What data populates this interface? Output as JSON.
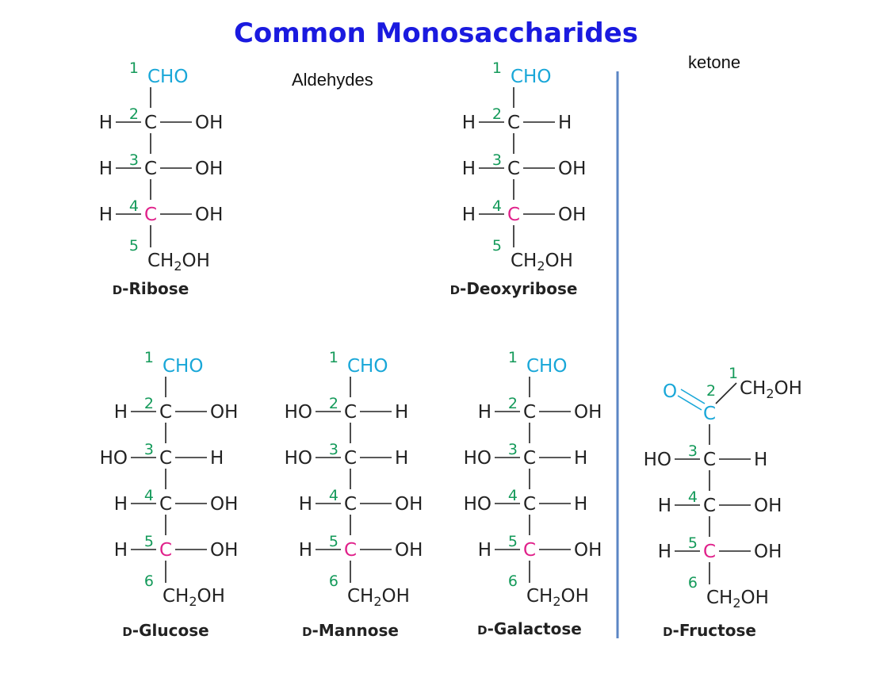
{
  "title": "Common Monosaccharides",
  "labels": {
    "aldehydes": "Aldehydes",
    "ketone": "ketone"
  },
  "colors": {
    "title": "#1a1adf",
    "aldehyde_group": "#19a7d8",
    "chiral_carbon": "#e0208a",
    "carbon_number": "#149a5a",
    "divider": "#5b86c4"
  },
  "molecules": [
    {
      "id": "ribose",
      "prefix": "D",
      "name": "-Ribose",
      "type": "aldose",
      "head": "CHO",
      "tail": "CH2OH",
      "rows": [
        [
          "H",
          "OH"
        ],
        [
          "H",
          "OH"
        ],
        [
          "H",
          "OH"
        ]
      ],
      "pink_row": 2
    },
    {
      "id": "deoxyribose",
      "prefix": "D",
      "name": "-Deoxyribose",
      "type": "aldose",
      "head": "CHO",
      "tail": "CH2OH",
      "rows": [
        [
          "H",
          "H"
        ],
        [
          "H",
          "OH"
        ],
        [
          "H",
          "OH"
        ]
      ],
      "pink_row": 2
    },
    {
      "id": "glucose",
      "prefix": "D",
      "name": "-Glucose",
      "type": "aldose",
      "head": "CHO",
      "tail": "CH2OH",
      "rows": [
        [
          "H",
          "OH"
        ],
        [
          "HO",
          "H"
        ],
        [
          "H",
          "OH"
        ],
        [
          "H",
          "OH"
        ]
      ],
      "pink_row": 3
    },
    {
      "id": "mannose",
      "prefix": "D",
      "name": "-Mannose",
      "type": "aldose",
      "head": "CHO",
      "tail": "CH2OH",
      "rows": [
        [
          "HO",
          "H"
        ],
        [
          "HO",
          "H"
        ],
        [
          "H",
          "OH"
        ],
        [
          "H",
          "OH"
        ]
      ],
      "pink_row": 3
    },
    {
      "id": "galactose",
      "prefix": "D",
      "name": "-Galactose",
      "type": "aldose",
      "head": "CHO",
      "tail": "CH2OH",
      "rows": [
        [
          "H",
          "OH"
        ],
        [
          "HO",
          "H"
        ],
        [
          "HO",
          "H"
        ],
        [
          "H",
          "OH"
        ]
      ],
      "pink_row": 3
    },
    {
      "id": "fructose",
      "prefix": "D",
      "name": "-Fructose",
      "type": "ketose",
      "keto_o": "O",
      "keto_c": "C",
      "head": "CH2OH",
      "tail": "CH2OH",
      "rows": [
        [
          "HO",
          "H"
        ],
        [
          "H",
          "OH"
        ],
        [
          "H",
          "OH"
        ]
      ],
      "pink_row": 2
    }
  ]
}
